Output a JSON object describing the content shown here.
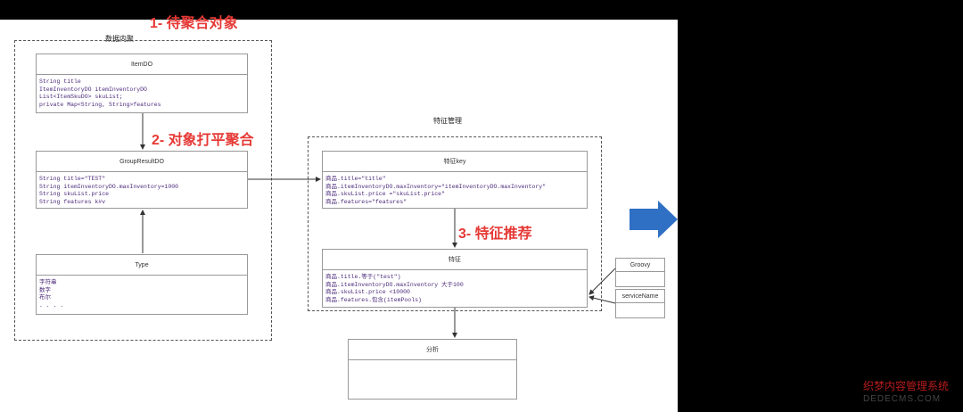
{
  "annotations": {
    "step1": "1- 待聚合对象",
    "step2": "2- 对象打平聚合",
    "step3": "3- 特征推荐"
  },
  "groups": {
    "left": "数据内聚",
    "right": "特征管理"
  },
  "item_do": {
    "title": "ItemDO",
    "lines": [
      "String title",
      "ItemInventoryDO itemInventoryDO",
      "List<ItemSkuDO> skuList;",
      "private Map<String, String>features"
    ]
  },
  "group_result": {
    "title": "GroupResultDO",
    "lines": [
      "String title=\"TEST\"",
      "String itemInventoryDO.maxInventory=1000",
      "String skuList.price",
      "String features k#v"
    ]
  },
  "type_box": {
    "title": "Type",
    "lines": [
      "字符串",
      "数字",
      "布尔",
      ". . . ."
    ]
  },
  "feature_key": {
    "title": "特征key",
    "lines": [
      "商品.title=\"title\"",
      "商品.itemInventoryDO.maxInventory=\"itemInventoryDO.maxInventory\"",
      "商品.skuList.price =\"skuList.price\"",
      "商品.features=\"features\""
    ]
  },
  "feature": {
    "title": "特征",
    "lines": [
      "商品.title.等于(\"test\")",
      "商品.itemInventoryDO.maxInventory 大于100",
      "商品.skuList.price <10000",
      "商品.features.包含(itemPools)"
    ]
  },
  "groovy": {
    "title": "Groovy"
  },
  "service_name": {
    "title": "serviceName"
  },
  "analysis": {
    "title": "分析"
  },
  "watermark": {
    "line1": "织梦内容管理系统",
    "line2": "DEDECMS.COM"
  },
  "colors": {
    "accent_red": "#e53935",
    "arrow_blue": "#2f6fc4",
    "code_purple": "#4b2a7a"
  }
}
